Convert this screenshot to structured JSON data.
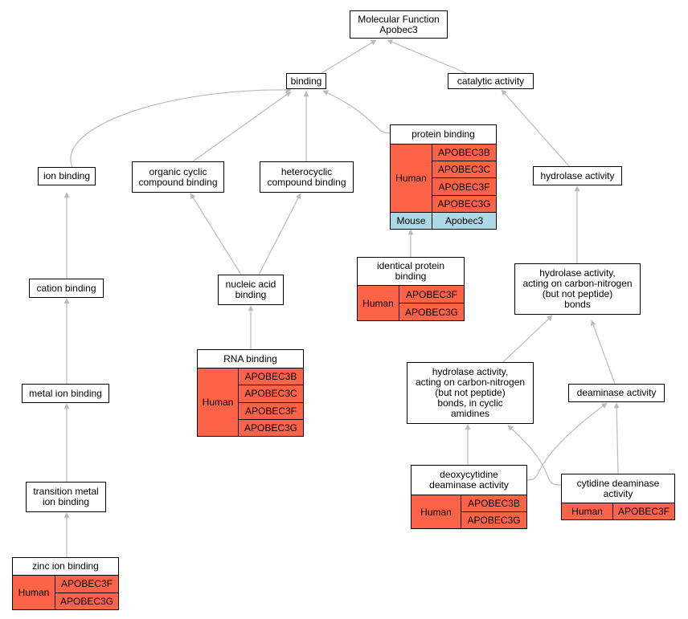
{
  "colors": {
    "human": "#ff6347",
    "mouse": "#add8e6",
    "edge": "#bbbbbb",
    "border": "#000000"
  },
  "nodes": {
    "molecular_function": {
      "title": "Molecular Function\nApobec3"
    },
    "binding": {
      "title": "binding"
    },
    "catalytic_activity": {
      "title": "catalytic activity"
    },
    "protein_binding": {
      "title": "protein binding",
      "groups": [
        {
          "species": "Human",
          "genes": [
            "APOBEC3B",
            "APOBEC3C",
            "APOBEC3F",
            "APOBEC3G"
          ]
        },
        {
          "species": "Mouse",
          "genes": [
            "Apobec3"
          ]
        }
      ]
    },
    "ion_binding": {
      "title": "ion binding"
    },
    "organic_cyclic": {
      "title": "organic cyclic\ncompound binding"
    },
    "heterocyclic": {
      "title": "heterocyclic\ncompound binding"
    },
    "hydrolase_activity": {
      "title": "hydrolase activity"
    },
    "identical_protein_binding": {
      "title": "identical protein\nbinding",
      "groups": [
        {
          "species": "Human",
          "genes": [
            "APOBEC3F",
            "APOBEC3G"
          ]
        }
      ]
    },
    "cation_binding": {
      "title": "cation binding"
    },
    "nucleic_acid_binding": {
      "title": "nucleic acid\nbinding"
    },
    "hydrolase_cn": {
      "title": "hydrolase activity,\nacting on carbon-nitrogen\n(but not peptide)\nbonds"
    },
    "rna_binding": {
      "title": "RNA binding",
      "groups": [
        {
          "species": "Human",
          "genes": [
            "APOBEC3B",
            "APOBEC3C",
            "APOBEC3F",
            "APOBEC3G"
          ]
        }
      ]
    },
    "metal_ion_binding": {
      "title": "metal ion binding"
    },
    "hydrolase_cn_cyclic": {
      "title": "hydrolase activity,\nacting on carbon-nitrogen\n(but not peptide)\nbonds, in cyclic\namidines"
    },
    "deaminase_activity": {
      "title": "deaminase activity"
    },
    "transition_metal": {
      "title": "transition metal\nion binding"
    },
    "deoxycytidine": {
      "title": "deoxycytidine\ndeaminase activity",
      "groups": [
        {
          "species": "Human",
          "genes": [
            "APOBEC3B",
            "APOBEC3G"
          ]
        }
      ]
    },
    "cytidine": {
      "title": "cytidine deaminase\nactivity",
      "groups": [
        {
          "species": "Human",
          "genes": [
            "APOBEC3F"
          ]
        }
      ]
    },
    "zinc_ion_binding": {
      "title": "zinc ion binding",
      "groups": [
        {
          "species": "Human",
          "genes": [
            "APOBEC3F",
            "APOBEC3G"
          ]
        }
      ]
    }
  }
}
